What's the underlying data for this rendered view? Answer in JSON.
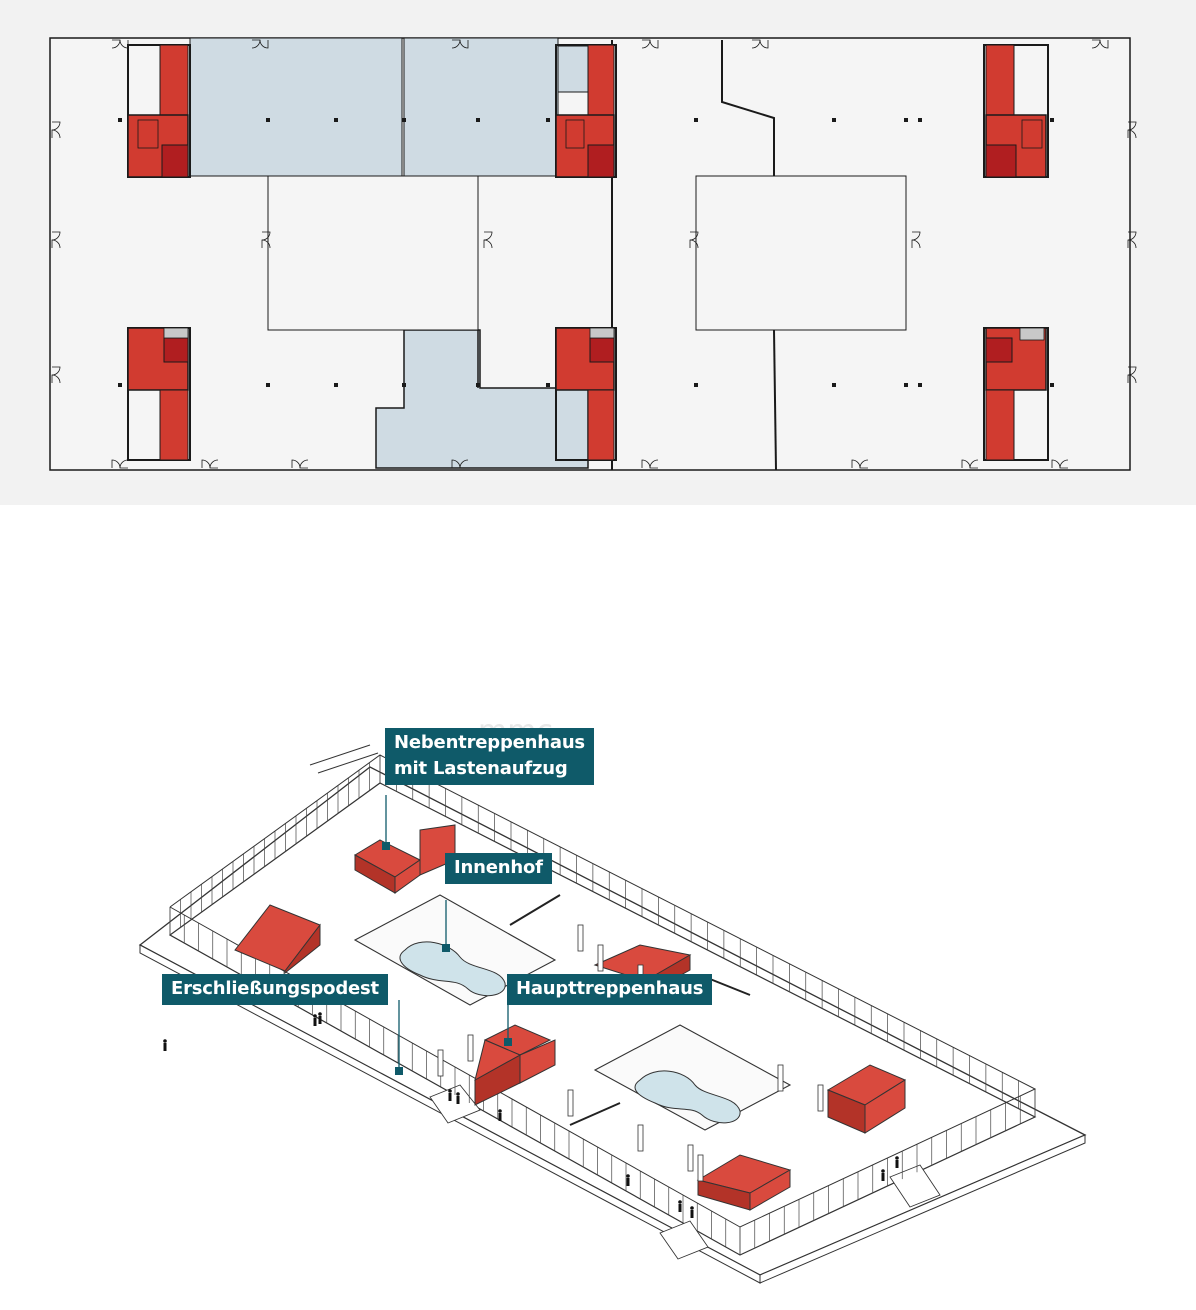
{
  "floor_plan": {
    "colors": {
      "background": "#f2f2f2",
      "floor": "#f5f5f5",
      "wall": "#1a1a1a",
      "core_red": "#d13b30",
      "core_dark_red": "#b01e20",
      "highlight_blue": "#cfdbe3",
      "service_grey": "#c8c8c8"
    }
  },
  "axonometric": {
    "colors": {
      "core_red": "#d94a3e",
      "core_side_red": "#b33328",
      "line": "#333333",
      "pond_fill": "#cfe3ea",
      "callout_bg": "#0f5a69",
      "callout_text": "#ffffff",
      "leader_line": "#0f5a69"
    },
    "callouts": {
      "nebentreppenhaus": "Nebentreppenhaus\nmit Lastenaufzug",
      "innenhof": "Innenhof",
      "erschliessungspodest": "Erschließungspodest",
      "haupttreppenhaus": "Haupttreppenhaus"
    }
  }
}
